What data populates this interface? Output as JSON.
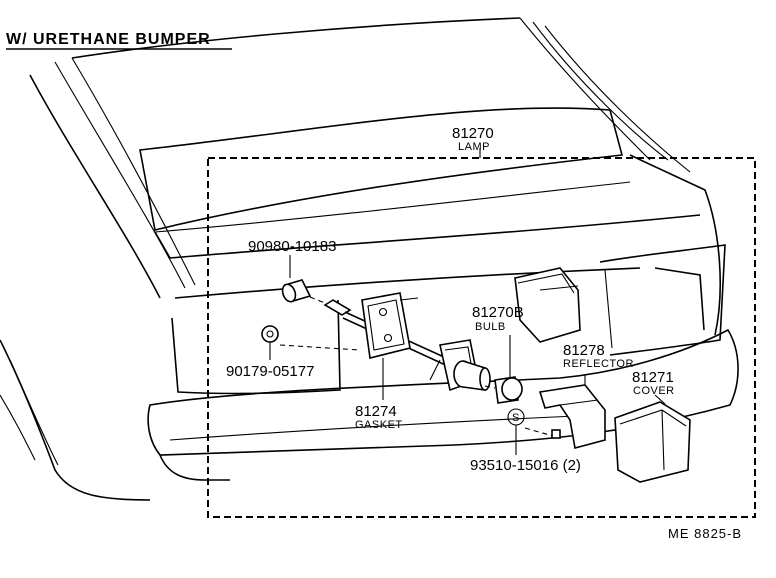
{
  "title": "W/ URETHANE BUMPER",
  "diagram_code": "ME 8825-B",
  "parts": {
    "lamp": {
      "number": "81270",
      "name": "LAMP"
    },
    "screw_top": {
      "number": "90980-10183"
    },
    "nut": {
      "number": "90179-05177"
    },
    "gasket": {
      "number": "81274",
      "name": "GASKET"
    },
    "bulb": {
      "number": "81270B",
      "name": "BULB"
    },
    "reflector": {
      "number": "81278",
      "name": "REFLECTOR"
    },
    "cover": {
      "number": "81271",
      "name": "COVER"
    },
    "screw_bottom": {
      "number": "93510-15016 (2)",
      "symbol": "S"
    }
  }
}
